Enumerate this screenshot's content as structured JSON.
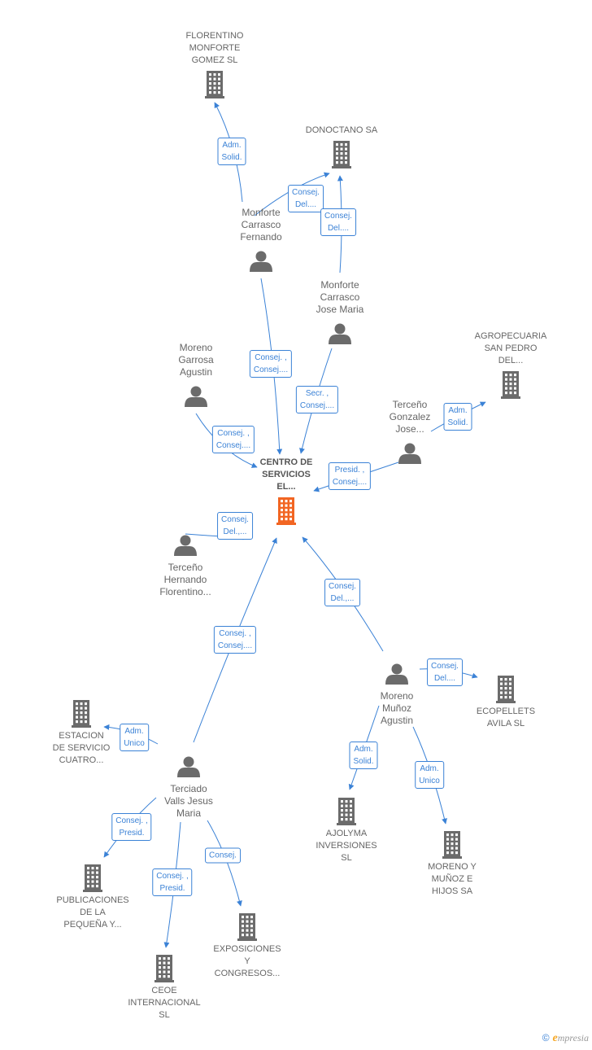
{
  "colors": {
    "edge": "#3b82d6",
    "building": "#6b6b6b",
    "center": "#f26522",
    "person": "#6b6b6b"
  },
  "nodes": [
    {
      "id": "florentino",
      "type": "company",
      "label": "FLORENTINO\nMONFORTE\nGOMEZ SL"
    },
    {
      "id": "donoctano",
      "type": "company",
      "label": "DONOCTANO SA"
    },
    {
      "id": "fernando",
      "type": "person",
      "label": "Monforte\nCarrasco\nFernando"
    },
    {
      "id": "josemaria",
      "type": "person",
      "label": "Monforte\nCarrasco\nJose Maria"
    },
    {
      "id": "agustin_g",
      "type": "person",
      "label": "Moreno\nGarrosa\nAgustin"
    },
    {
      "id": "agropecuaria",
      "type": "company",
      "label": "AGROPECUARIA\nSAN PEDRO\nDEL..."
    },
    {
      "id": "tercenog",
      "type": "person",
      "label": "Terceño\nGonzalez\nJose..."
    },
    {
      "id": "center",
      "type": "center",
      "label": "CENTRO DE\nSERVICIOS\nEL..."
    },
    {
      "id": "tercenoh",
      "type": "person",
      "label": "Terceño\nHernando\nFlorentino..."
    },
    {
      "id": "morenom",
      "type": "person",
      "label": "Moreno\nMuñoz\nAgustin"
    },
    {
      "id": "ecopellets",
      "type": "company",
      "label": "ECOPELLETS\nAVILA  SL"
    },
    {
      "id": "estacion",
      "type": "company",
      "label": "ESTACION\nDE SERVICIO\nCUATRO..."
    },
    {
      "id": "terciado",
      "type": "person",
      "label": "Terciado\nValls Jesus\nMaria"
    },
    {
      "id": "ajolyma",
      "type": "company",
      "label": "AJOLYMA\nINVERSIONES\nSL"
    },
    {
      "id": "morenoyh",
      "type": "company",
      "label": "MORENO Y\nMUÑOZ E\nHIJOS SA"
    },
    {
      "id": "publicaciones",
      "type": "company",
      "label": "PUBLICACIONES\nDE LA\nPEQUEÑA Y..."
    },
    {
      "id": "exposiciones",
      "type": "company",
      "label": "EXPOSICIONES\nY\nCONGRESOS..."
    },
    {
      "id": "ceoe",
      "type": "company",
      "label": "CEOE\nINTERNACIONAL\nSL"
    }
  ],
  "edges": [
    {
      "from": "fernando",
      "to": "florentino",
      "label": "Adm.\nSolid."
    },
    {
      "from": "fernando",
      "to": "donoctano",
      "label": "Consej.\nDel...."
    },
    {
      "from": "josemaria",
      "to": "donoctano",
      "label": "Consej.\nDel...."
    },
    {
      "from": "fernando",
      "to": "center",
      "label": "Consej. ,\nConsej...."
    },
    {
      "from": "josemaria",
      "to": "center",
      "label": "Secr. ,\nConsej...."
    },
    {
      "from": "agustin_g",
      "to": "center",
      "label": "Consej. ,\nConsej...."
    },
    {
      "from": "tercenog",
      "to": "agropecuaria",
      "label": "Adm.\nSolid."
    },
    {
      "from": "tercenog",
      "to": "center",
      "label": "Presid. ,\nConsej...."
    },
    {
      "from": "tercenoh",
      "to": "center",
      "label": "Consej.\nDel.,..."
    },
    {
      "from": "morenom",
      "to": "center",
      "label": "Consej.\nDel.,..."
    },
    {
      "from": "terciado",
      "to": "center",
      "label": "Consej. ,\nConsej...."
    },
    {
      "from": "morenom",
      "to": "ecopellets",
      "label": "Consej.\nDel...."
    },
    {
      "from": "terciado",
      "to": "estacion",
      "label": "Adm.\nUnico"
    },
    {
      "from": "morenom",
      "to": "ajolyma",
      "label": "Adm.\nSolid."
    },
    {
      "from": "morenom",
      "to": "morenoyh",
      "label": "Adm.\nUnico"
    },
    {
      "from": "terciado",
      "to": "publicaciones",
      "label": "Consej. ,\nPresid."
    },
    {
      "from": "terciado",
      "to": "ceoe",
      "label": "Consej. ,\nPresid."
    },
    {
      "from": "terciado",
      "to": "exposiciones",
      "label": "Consej."
    }
  ],
  "footer": {
    "copyright": "©",
    "brand_e": "e",
    "brand_rest": "mpresia"
  }
}
